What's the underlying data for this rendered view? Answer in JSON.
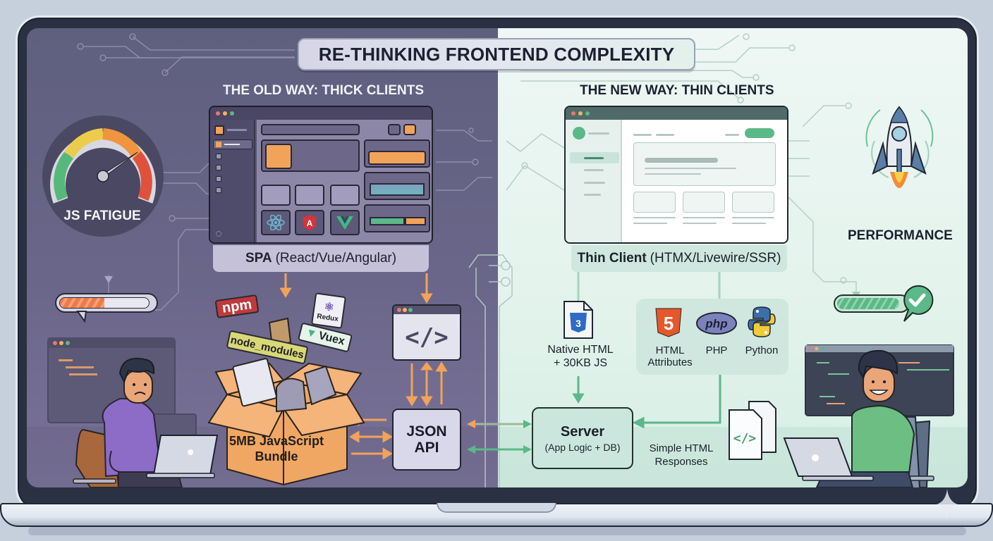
{
  "title": "RE-THINKING FRONTEND COMPLEXITY",
  "old_way": {
    "heading": "THE OLD WAY: THICK CLIENTS",
    "window_caption_bold": "SPA",
    "window_caption_rest": "(React/Vue/Angular)",
    "gauge_label": "JS FATIGUE",
    "gauge_level": 0.8,
    "loading_progress": 0.5,
    "framework_icons": [
      "react-icon",
      "angular-icon",
      "vue-icon"
    ],
    "bundle_tags": [
      "npm",
      "node_modules",
      "Redux",
      "Vuex"
    ],
    "bundle_label_line1": "5MB JavaScript",
    "bundle_label_line2": "Bundle",
    "api_line1": "JSON",
    "api_line2": "API",
    "colors": {
      "accent": "#f1a35a",
      "background": "#63617f"
    }
  },
  "new_way": {
    "heading": "THE NEW WAY: THIN CLIENTS",
    "window_caption_bold": "Thin Client",
    "window_caption_rest": "(HTMX/Livewire/SSR)",
    "performance_label": "PERFORMANCE",
    "success_progress": 0.9,
    "native_line1": "Native HTML",
    "native_line2": "+ 30KB JS",
    "tech": [
      {
        "icon": "html5-icon",
        "label_line1": "HTML",
        "label_line2": "Attributes"
      },
      {
        "icon": "php-icon",
        "label_line1": "PHP",
        "label_line2": ""
      },
      {
        "icon": "python-icon",
        "label_line1": "Python",
        "label_line2": ""
      }
    ],
    "php_logo_text": "php",
    "server_title": "Server",
    "server_sub": "(App Logic + DB)",
    "responses_line1": "Simple HTML",
    "responses_line2": "Responses",
    "colors": {
      "accent": "#5bb889",
      "background": "#e6f4ee"
    }
  }
}
